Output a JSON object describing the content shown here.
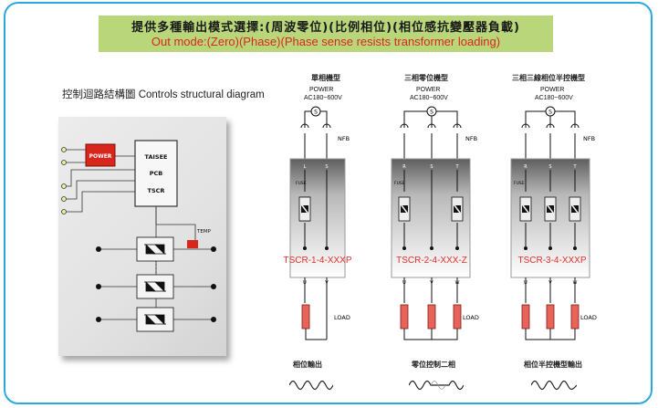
{
  "banner": {
    "title_zh": "提供多種輸出模式選擇:(周波零位)(比例相位)(相位感抗變壓器負載)",
    "title_en": "Out  mode:(Zero)(Phase)(Phase sense resists transformer loading)"
  },
  "control": {
    "title": "控制迴路結構圖  Controls structural diagram",
    "power_label": "POWER",
    "brand_label": "TAISEE",
    "pcb_label": "PCB",
    "tscr_label": "TSCR",
    "temp_label": "TEMP"
  },
  "models": [
    {
      "title": "單相機型",
      "power": "POWER",
      "voltage": "AC180~600V",
      "switch": "S",
      "nfb": "NFB",
      "fuse": "FUSE",
      "phases": [
        "L",
        "S"
      ],
      "outputs": [
        "U",
        "V"
      ],
      "code": "TSCR-1-4-XXXP",
      "load": "LOAD",
      "output_title": "相位輸出"
    },
    {
      "title": "三相零位機型",
      "power": "POWER",
      "voltage": "AC180~600V",
      "switch": "S",
      "nfb": "NFB",
      "fuse": "FUSE",
      "phases": [
        "R",
        "S",
        "T"
      ],
      "outputs": [
        "U",
        "V",
        "W"
      ],
      "code": "TSCR-2-4-XXX-Z",
      "load": "LOAD",
      "output_title": "零位控制二相"
    },
    {
      "title": "三相三線相位半控機型",
      "power": "POWER",
      "voltage": "AC180~600V",
      "switch": "S",
      "nfb": "NFB",
      "fuse": "FUSE",
      "phases": [
        "R",
        "S",
        "T"
      ],
      "outputs": [
        "U",
        "V",
        "W"
      ],
      "code": "TSCR-3-4-XXXP",
      "load": "LOAD",
      "output_title": "相位半控機型輸出"
    }
  ],
  "colors": {
    "frame": "#29a9e0",
    "banner_bg": "#b9d77a",
    "accent_red": "#d9261c",
    "load_red": "#e8645a"
  }
}
